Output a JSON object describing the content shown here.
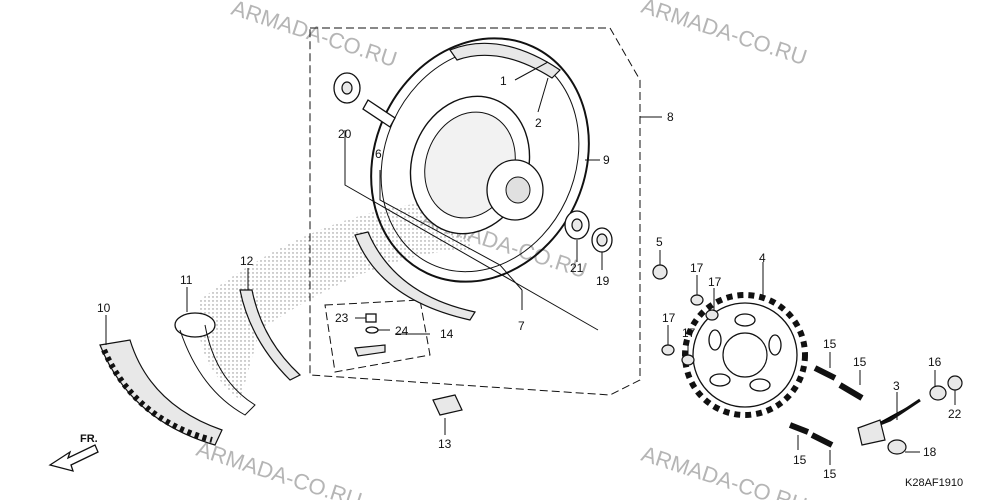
{
  "watermark": "ARMADA-CO.RU",
  "diagram_code": "K28AF1910",
  "direction_label": "FR.",
  "callouts": [
    "1",
    "2",
    "3",
    "4",
    "5",
    "6",
    "7",
    "8",
    "9",
    "10",
    "11",
    "12",
    "13",
    "14",
    "15",
    "15",
    "15",
    "15",
    "16",
    "17",
    "17",
    "17",
    "17",
    "18",
    "19",
    "20",
    "21",
    "22",
    "23",
    "24"
  ]
}
